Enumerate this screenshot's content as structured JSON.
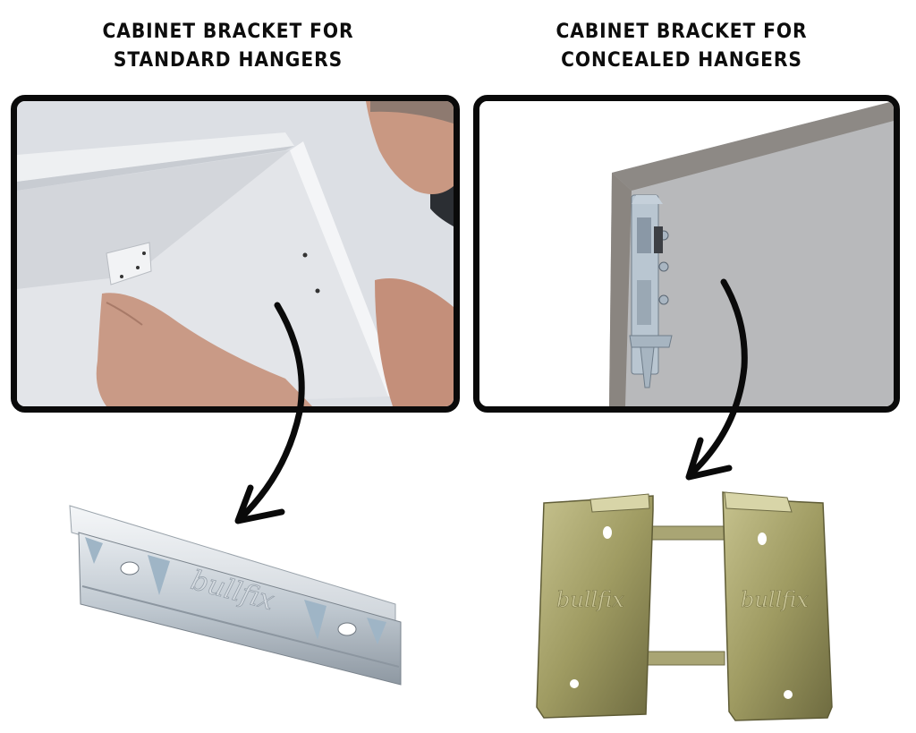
{
  "panels": [
    {
      "id": "standard",
      "title_line1": "CABINET BRACKET FOR",
      "title_line2": "STANDARD HANGERS",
      "photo_description": "Person installing white cabinet bracket inside white cabinet corner",
      "product_description": "Zinc-plated horizontal wall rail bracket with two oval holes",
      "product_brand": "bullfix"
    },
    {
      "id": "concealed",
      "title_line1": "CABINET BRACKET FOR",
      "title_line2": "CONCEALED HANGERS",
      "photo_description": "Concealed metal hanger mounted on back edge of grey cabinet panel",
      "product_description": "Pair of yellow-zinc mounting plates joined by two bridges",
      "product_brand_left": "bullfix",
      "product_brand_right": "bullfix"
    }
  ],
  "colors": {
    "frame": "#0a0a0a",
    "arrow": "#0a0a0a",
    "steel": "#c9d1d8",
    "yellow_zinc": "#a8a46a",
    "cabinet_grey": "#b9babc",
    "wall_white": "#d9dce1"
  }
}
